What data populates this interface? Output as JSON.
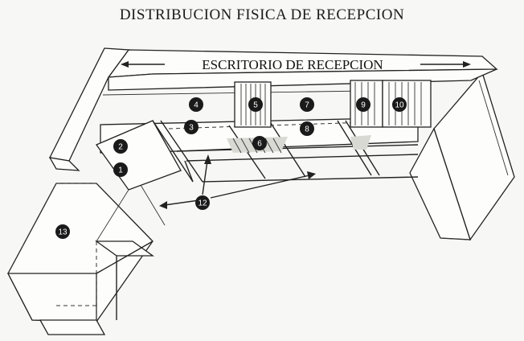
{
  "title": "DISTRIBUCION FISICA DE RECEPCION",
  "desk_label": "ESCRITORIO DE RECEPCION",
  "callouts": [
    {
      "id": "c4",
      "num": "4"
    },
    {
      "id": "c5",
      "num": "5"
    },
    {
      "id": "c7",
      "num": "7"
    },
    {
      "id": "c9",
      "num": "9"
    },
    {
      "id": "c10",
      "num": "10"
    },
    {
      "id": "c3",
      "num": "3"
    },
    {
      "id": "c8",
      "num": "8"
    },
    {
      "id": "c6",
      "num": "6"
    },
    {
      "id": "c2",
      "num": "2"
    },
    {
      "id": "c1",
      "num": "1"
    },
    {
      "id": "c12",
      "num": "12"
    },
    {
      "id": "c13",
      "num": "13"
    }
  ]
}
